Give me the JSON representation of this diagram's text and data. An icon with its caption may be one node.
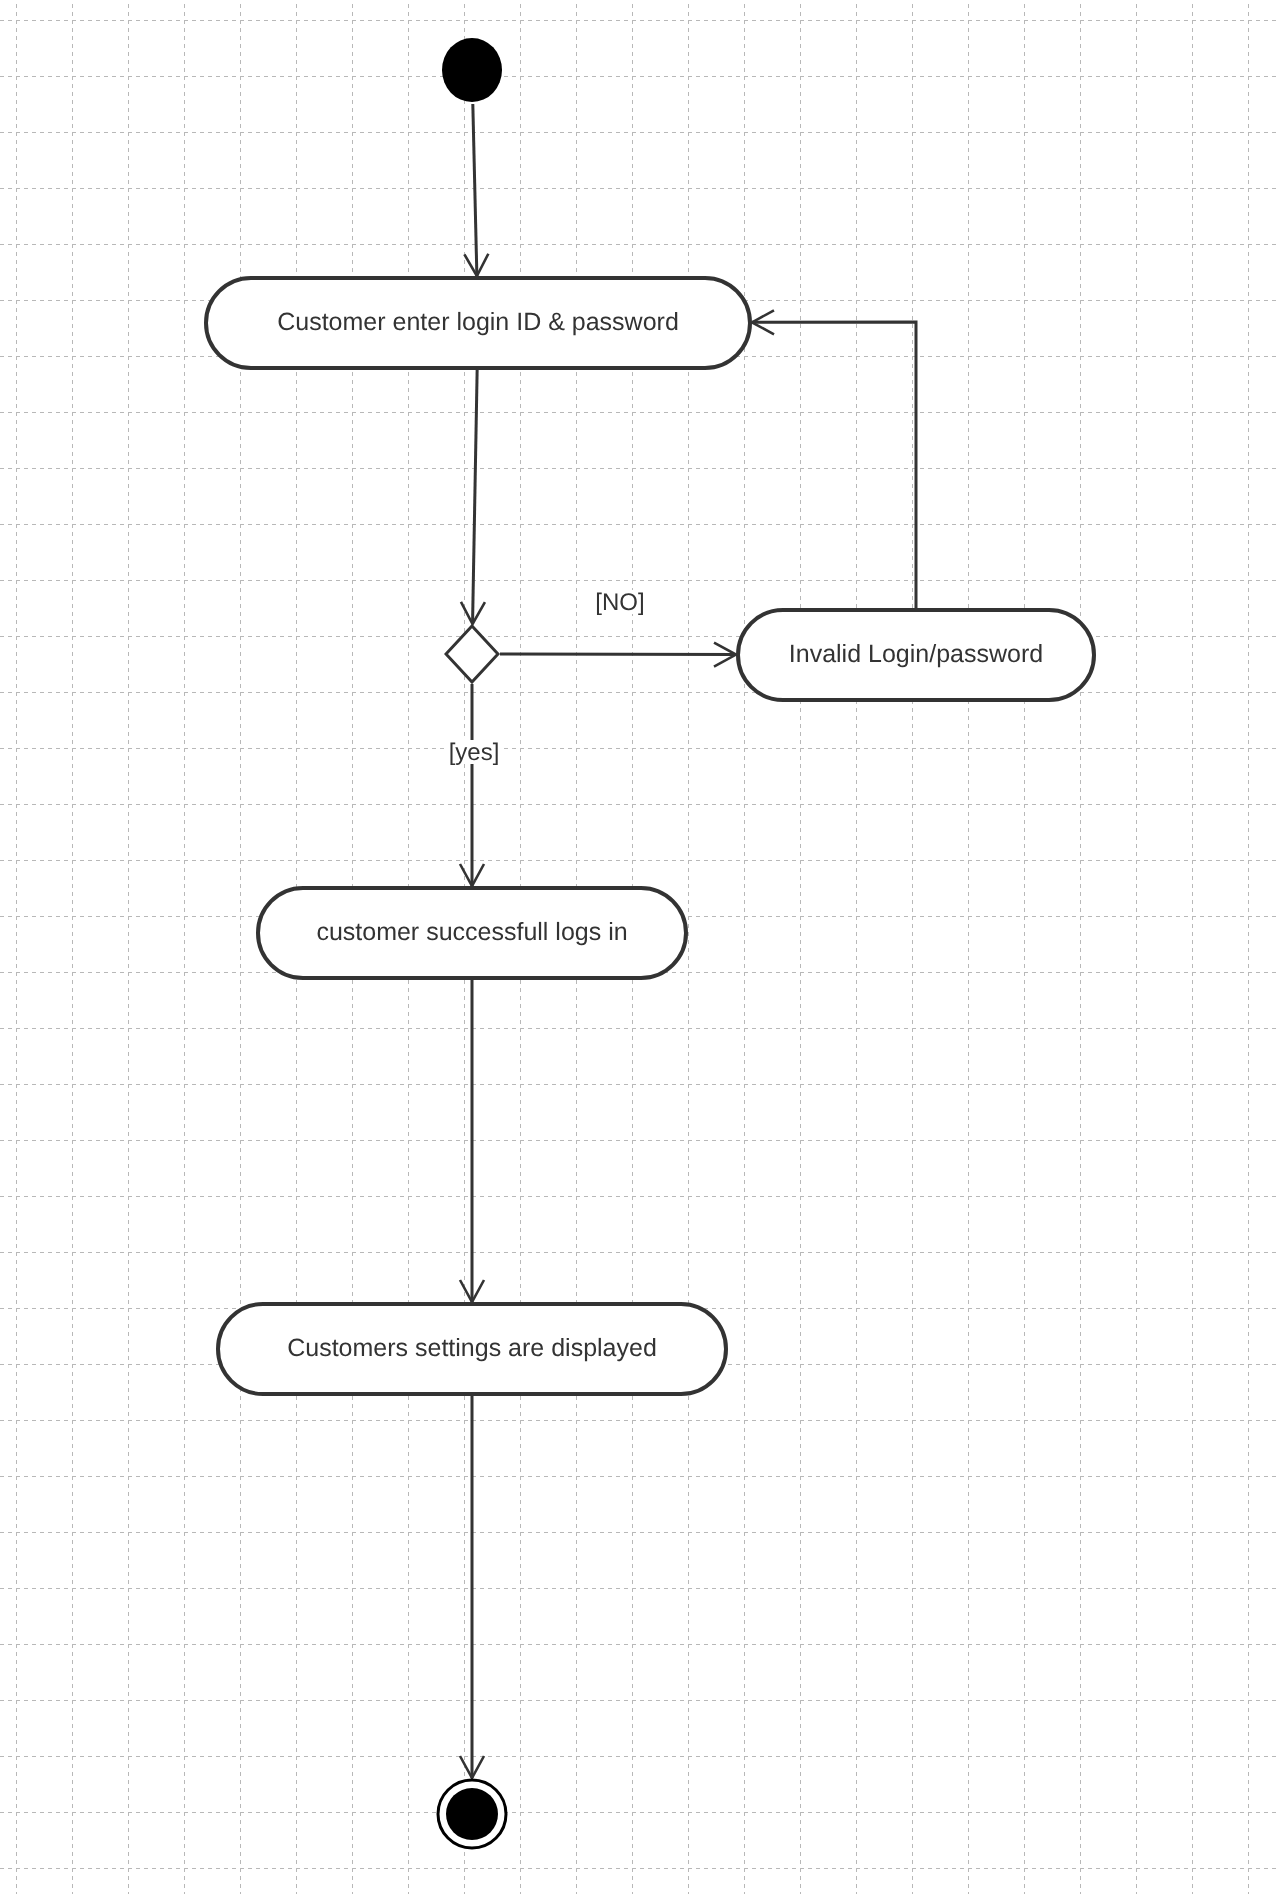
{
  "diagram": {
    "nodes": [
      {
        "text": [],
        "shape": "circle"
      },
      {
        "text": [
          "Customer enter login ID & password"
        ]
      },
      {
        "text": [],
        "shape": "diamond"
      },
      {
        "text": [
          "Invalid Login/password"
        ]
      },
      {
        "text": [
          "customer successfull logs in"
        ]
      },
      {
        "text": [
          "Customers settings are displayed"
        ]
      },
      {
        "text": [],
        "shape": "bullseye"
      }
    ],
    "edges": [
      {
        "from": 0,
        "to": 1,
        "arrow": "to"
      },
      {
        "from": 1,
        "to": 2,
        "arrow": "to"
      },
      {
        "from": 2,
        "to": 3,
        "arrow": "to",
        "label": "[NO]"
      },
      {
        "from": 3,
        "to": 1,
        "arrow": "to"
      },
      {
        "from": 2,
        "to": 4,
        "arrow": "to",
        "label": "[yes]"
      },
      {
        "from": 4,
        "to": 5,
        "arrow": "to"
      },
      {
        "from": 5,
        "to": 6,
        "arrow": "to"
      }
    ]
  }
}
